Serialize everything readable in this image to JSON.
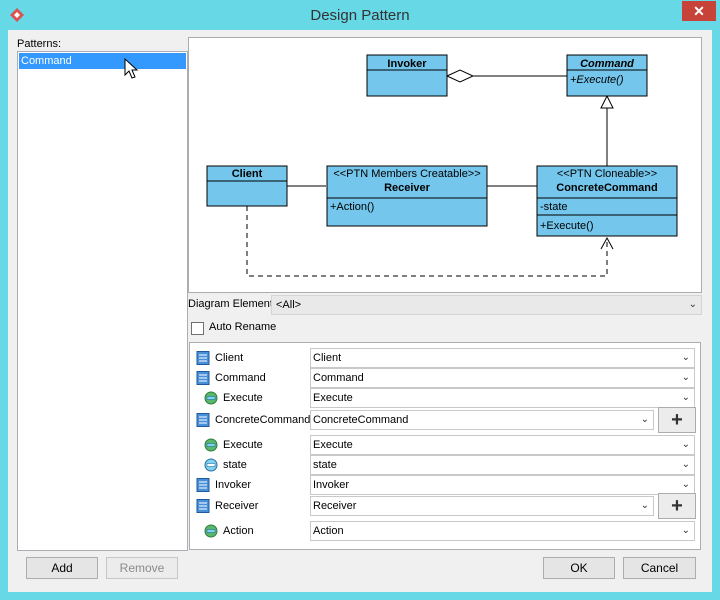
{
  "window": {
    "title": "Design Pattern",
    "close_glyph": "✕"
  },
  "patterns": {
    "label": "Patterns:",
    "items": [
      "Command"
    ],
    "selected": "Command"
  },
  "diagram": {
    "classes": {
      "invoker": {
        "name": "Invoker"
      },
      "command": {
        "name": "Command",
        "ops": [
          "+Execute()"
        ]
      },
      "client": {
        "name": "Client"
      },
      "receiver": {
        "stereotype": "<<PTN Members Creatable>>",
        "name": "Receiver",
        "ops": [
          "+Action()"
        ]
      },
      "concrete": {
        "stereotype": "<<PTN Cloneable>>",
        "name": "ConcreteCommand",
        "attrs": [
          "-state"
        ],
        "ops": [
          "+Execute()"
        ]
      }
    }
  },
  "diagram_element": {
    "label": "Diagram Element",
    "value": "<All>"
  },
  "auto_rename": {
    "label": "Auto Rename",
    "checked": false
  },
  "properties": [
    {
      "label": "Client",
      "value": "Client",
      "icon": "class-icon",
      "plus": false
    },
    {
      "label": "Command",
      "value": "Command",
      "icon": "class-icon",
      "plus": false
    },
    {
      "label": "Execute",
      "value": "Execute",
      "icon": "operation-icon",
      "plus": false
    },
    {
      "label": "ConcreteCommand",
      "value": "ConcreteCommand",
      "icon": "class-icon",
      "plus": true
    },
    {
      "label": "Execute",
      "value": "Execute",
      "icon": "operation-icon",
      "plus": false
    },
    {
      "label": "state",
      "value": "state",
      "icon": "attribute-icon",
      "plus": false
    },
    {
      "label": "Invoker",
      "value": "Invoker",
      "icon": "class-icon",
      "plus": false
    },
    {
      "label": "Receiver",
      "value": "Receiver",
      "icon": "class-icon",
      "plus": true
    },
    {
      "label": "Action",
      "value": "Action",
      "icon": "operation-icon",
      "plus": false
    }
  ],
  "buttons": {
    "add": "Add",
    "remove": "Remove",
    "ok": "OK",
    "cancel": "Cancel"
  },
  "colors": {
    "title_bar": "#66d8e6",
    "selection": "#3399ff",
    "class_fill": "#74c6ec",
    "close": "#c7433a"
  }
}
